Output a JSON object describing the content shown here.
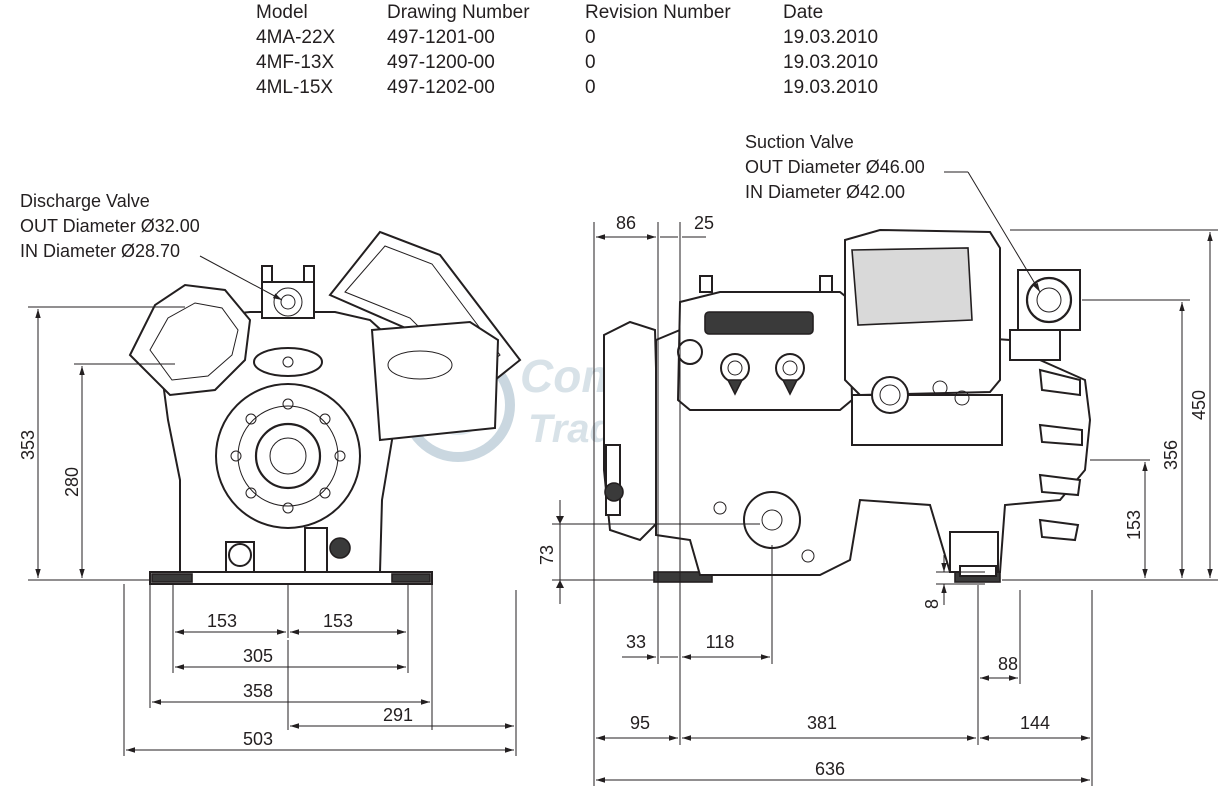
{
  "table": {
    "headers": [
      "Model",
      "Drawing Number",
      "Revision Number",
      "Date"
    ],
    "rows": [
      [
        "4MA-22X",
        "497-1201-00",
        "0",
        "19.03.2010"
      ],
      [
        "4MF-13X",
        "497-1200-00",
        "0",
        "19.03.2010"
      ],
      [
        "4ML-15X",
        "497-1202-00",
        "0",
        "19.03.2010"
      ]
    ]
  },
  "labels": {
    "discharge": [
      "Discharge Valve",
      "OUT Diameter Ø32.00",
      "IN Diameter Ø28.70"
    ],
    "suction": [
      "Suction Valve",
      "OUT Diameter Ø46.00",
      "IN Diameter Ø42.00"
    ]
  },
  "front_dims": {
    "height_353": "353",
    "height_280": "280",
    "w153_left": "153",
    "w153_right": "153",
    "w305": "305",
    "w358": "358",
    "w291": "291",
    "w503": "503"
  },
  "side_dims": {
    "d86": "86",
    "d25": "25",
    "d73": "73",
    "d33": "33",
    "d118": "118",
    "d95": "95",
    "d381": "381",
    "d144": "144",
    "d636": "636",
    "d88": "88",
    "d8": "8",
    "d450": "450",
    "d356": "356",
    "d153": "153"
  },
  "watermark": {
    "line1": "Compressor",
    "line2": "Trade"
  }
}
